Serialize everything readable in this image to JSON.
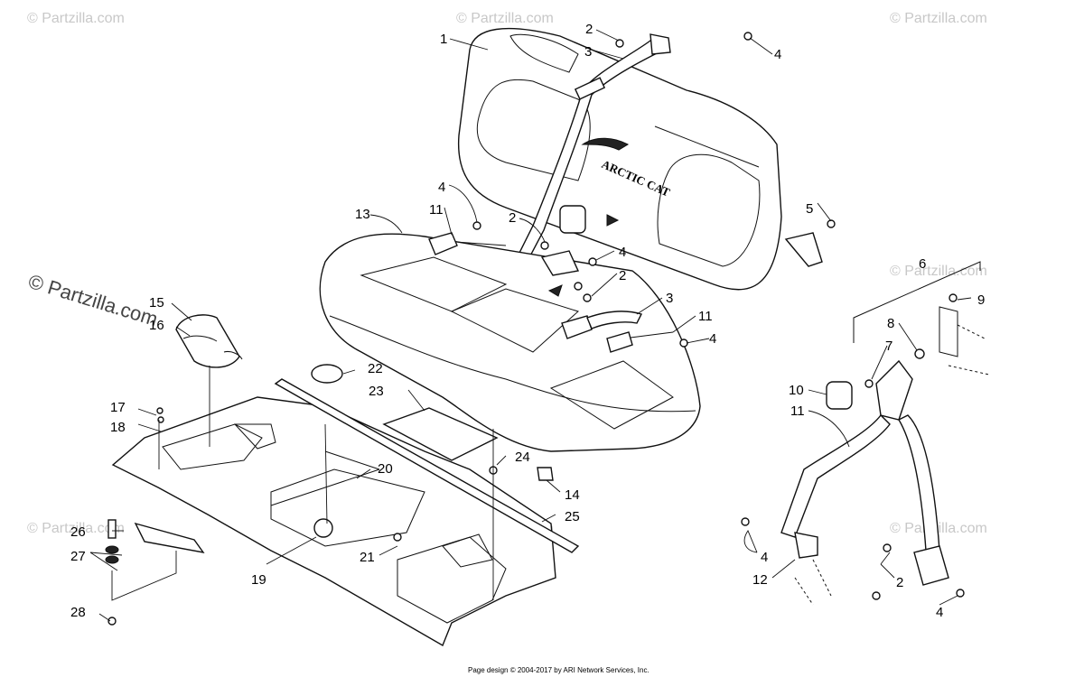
{
  "watermarks": {
    "small": "© Partzilla.com",
    "large": "© Partzilla.com"
  },
  "seat_logo": "ARCTIC CAT",
  "callouts": {
    "c1": "1",
    "c2a": "2",
    "c3a": "3",
    "c4a": "4",
    "c4b": "4",
    "c11a": "11",
    "c2b": "2",
    "c5": "5",
    "c13": "13",
    "c4c": "4",
    "c2c": "2",
    "c3b": "3",
    "c11b": "11",
    "c4d": "4",
    "c6": "6",
    "c9": "9",
    "c8": "8",
    "c7": "7",
    "c10": "10",
    "c11c": "11",
    "c15": "15",
    "c16": "16",
    "c22": "22",
    "c23": "23",
    "c17": "17",
    "c18": "18",
    "c24": "24",
    "c20": "20",
    "c14": "14",
    "c25": "25",
    "c26": "26",
    "c27": "27",
    "c21": "21",
    "c19": "19",
    "c28": "28",
    "c4e": "4",
    "c12": "12",
    "c2d": "2",
    "c4f": "4"
  },
  "footer": "Page design © 2004-2017 by ARI Network Services, Inc."
}
